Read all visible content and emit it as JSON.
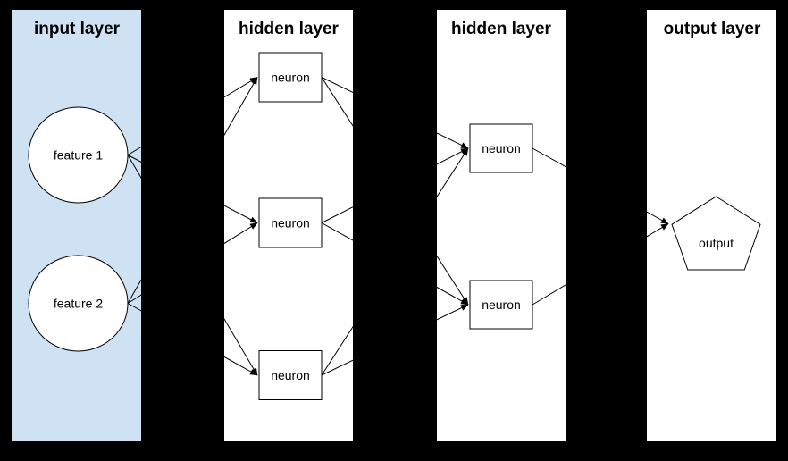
{
  "diagram": {
    "background": "#000000",
    "panels": [
      {
        "id": "input",
        "title": "input layer",
        "fill": "#cfe2f3"
      },
      {
        "id": "hidden1",
        "title": "hidden layer",
        "fill": "#ffffff"
      },
      {
        "id": "hidden2",
        "title": "hidden layer",
        "fill": "#ffffff"
      },
      {
        "id": "output",
        "title": "output layer",
        "fill": "#ffffff"
      }
    ],
    "nodes": {
      "feature1": {
        "label": "feature 1",
        "shape": "circle",
        "layer": "input"
      },
      "feature2": {
        "label": "feature 2",
        "shape": "circle",
        "layer": "input"
      },
      "h1n1": {
        "label": "neuron",
        "shape": "rect",
        "layer": "hidden1"
      },
      "h1n2": {
        "label": "neuron",
        "shape": "rect",
        "layer": "hidden1"
      },
      "h1n3": {
        "label": "neuron",
        "shape": "rect",
        "layer": "hidden1"
      },
      "h2n1": {
        "label": "neuron",
        "shape": "rect",
        "layer": "hidden2"
      },
      "h2n2": {
        "label": "neuron",
        "shape": "rect",
        "layer": "hidden2"
      },
      "out1": {
        "label": "output",
        "shape": "pentagon",
        "layer": "output"
      }
    },
    "edges": [
      {
        "from": "feature1",
        "to": "h1n1"
      },
      {
        "from": "feature1",
        "to": "h1n2"
      },
      {
        "from": "feature1",
        "to": "h1n3"
      },
      {
        "from": "feature2",
        "to": "h1n1"
      },
      {
        "from": "feature2",
        "to": "h1n2"
      },
      {
        "from": "feature2",
        "to": "h1n3"
      },
      {
        "from": "h1n1",
        "to": "h2n1"
      },
      {
        "from": "h1n1",
        "to": "h2n2"
      },
      {
        "from": "h1n2",
        "to": "h2n1"
      },
      {
        "from": "h1n2",
        "to": "h2n2"
      },
      {
        "from": "h1n3",
        "to": "h2n1"
      },
      {
        "from": "h1n3",
        "to": "h2n2"
      },
      {
        "from": "h2n1",
        "to": "out1"
      },
      {
        "from": "h2n2",
        "to": "out1"
      }
    ],
    "line_color": "#000000"
  }
}
